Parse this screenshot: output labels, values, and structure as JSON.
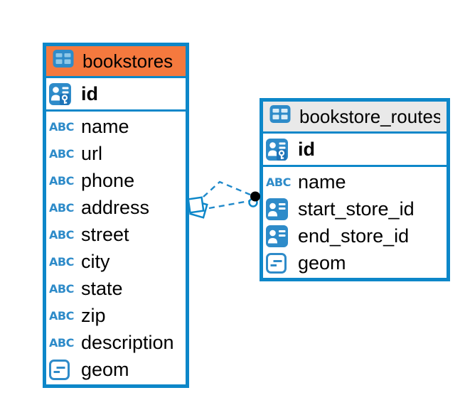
{
  "palette": {
    "accent_blue": "#0d87c9",
    "icon_blue": "#2e8bc9",
    "key_blue": "#1e74b8",
    "orange_header": "#f5793e",
    "gray_header": "#e9e9e9",
    "text_color": "#000000",
    "relation_blue": "#2089ca"
  },
  "icon_labels": {
    "text_type": "ABC"
  },
  "tables": [
    {
      "title": "bookstores",
      "primary_key": "id",
      "columns": [
        {
          "name": "name",
          "type": "text"
        },
        {
          "name": "url",
          "type": "text"
        },
        {
          "name": "phone",
          "type": "text"
        },
        {
          "name": "address",
          "type": "text"
        },
        {
          "name": "street",
          "type": "text"
        },
        {
          "name": "city",
          "type": "text"
        },
        {
          "name": "state",
          "type": "text"
        },
        {
          "name": "zip",
          "type": "text"
        },
        {
          "name": "description",
          "type": "text"
        },
        {
          "name": "geom",
          "type": "geometry"
        }
      ]
    },
    {
      "title": "bookstore_routes",
      "primary_key": "id",
      "columns": [
        {
          "name": "name",
          "type": "text"
        },
        {
          "name": "start_store_id",
          "type": "reference"
        },
        {
          "name": "end_store_id",
          "type": "reference"
        },
        {
          "name": "geom",
          "type": "geometry"
        }
      ]
    }
  ],
  "relationship": {
    "style": "dashed",
    "line_count": 2,
    "source_marker": "diamond",
    "target_marker": "dot"
  }
}
